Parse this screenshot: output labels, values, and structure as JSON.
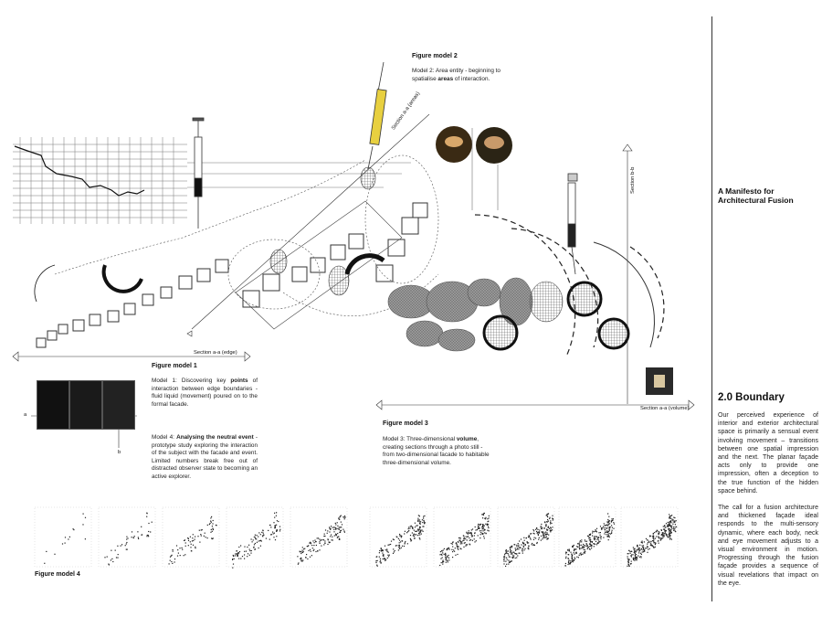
{
  "sidebar": {
    "title_line1": "A Manifesto for",
    "title_line2": "Architectural Fusion",
    "section_heading": "2.0 Boundary",
    "paragraph1": "Our perceived experience of interior and exterior architectural space is primarily a sensual event involving movement – transitions between one spatial impression and the next. The planar façade acts only to provide one impression, often a deception to the true function of the hidden space behind.",
    "paragraph2": "The call for a fusion architecture and thickened façade ideal responds to the multi-sensory dynamic, where each body, neck and eye movement adjusts to a visual environment in motion. Progressing through the fusion façade provides a sequence of visual revelations that impact on the eye."
  },
  "figure2": {
    "title": "Figure model 2",
    "caption_pre": "Model 2: Area entity - beginning to spatialise ",
    "caption_bold": "areas",
    "caption_post": " of interaction."
  },
  "figure1": {
    "title": "Figure model 1",
    "caption_pre": "Model 1: Discovering key ",
    "caption_bold": "points",
    "caption_post": " of interaction between edge boundaries - fluid liquid (movement) poured on to the formal facade."
  },
  "figure4_caption": {
    "pre": "Model 4: ",
    "bold": "Analysing the neutral event",
    "post": " - prototype study exploring the interaction of the subject with the facade and event. Limited numbers break free out of distracted observer state to becoming an active explorer."
  },
  "figure3": {
    "title": "Figure model 3",
    "caption_pre": "Model 3: Three-dimensional ",
    "caption_bold": "volume",
    "caption_post": ", creating sections through a photo still - from two-dimensional facade to habitable three-dimensional volume."
  },
  "figure4": {
    "title": "Figure model 4"
  },
  "sections": {
    "edge": "Section a-a (edge)",
    "areas": "Section a-a (areas)",
    "bb": "Section b-b",
    "volume": "Section a-a (volume)"
  },
  "axis_marks": {
    "a": "a",
    "b": "b"
  }
}
